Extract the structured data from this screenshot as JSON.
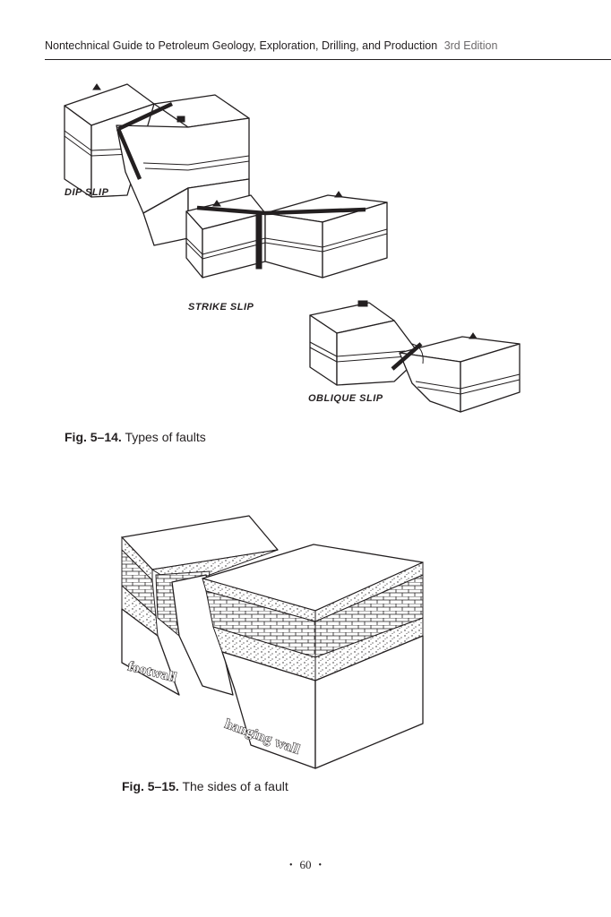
{
  "header": {
    "book_title": "Nontechnical Guide to Petroleum Geology, Exploration, Drilling, and Production",
    "edition": "3rd Edition"
  },
  "figure_5_14": {
    "labels": {
      "dip_slip": "DIP SLIP",
      "strike_slip": "STRIKE SLIP",
      "oblique_slip": "OBLIQUE SLIP"
    },
    "caption_number": "Fig. 5–14.",
    "caption_text": "Types of faults"
  },
  "figure_5_15": {
    "labels": {
      "footwall": "footwall",
      "hanging_wall": "hanging wall"
    },
    "caption_number": "Fig. 5–15.",
    "caption_text": "The sides of a fault"
  },
  "footer": {
    "page_number": "60",
    "bullet": "•"
  }
}
